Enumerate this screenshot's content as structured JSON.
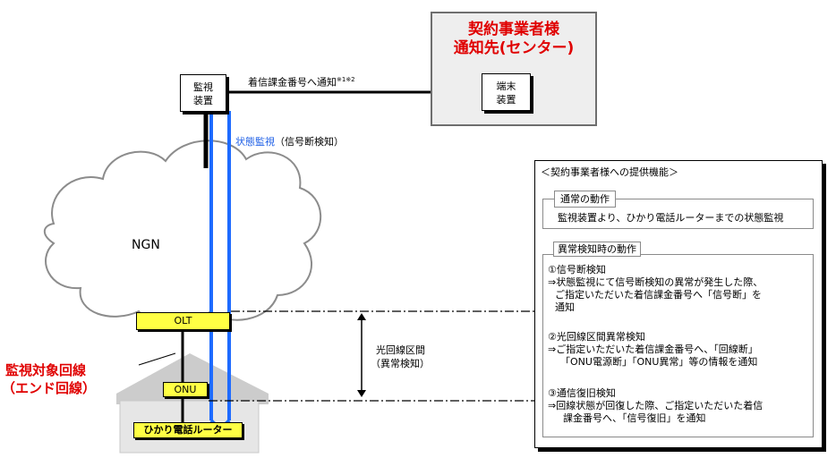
{
  "center": {
    "title_line1": "契約事業者様",
    "title_line2": "通知先(センター)",
    "terminal_line1": "端末",
    "terminal_line2": "装置"
  },
  "monitor": {
    "line1": "監視",
    "line2": "装置"
  },
  "notify_label": "着信課金番号へ通知",
  "notify_note": "※1※2",
  "status_label": "状態監視",
  "status_detail": "（信号断検知）",
  "cloud_label": "NGN",
  "olt_label": "OLT",
  "onu_label": "ONU",
  "router_label": "ひかり電話ルーター",
  "target_line1": "監視対象回線",
  "target_line2": "（エンド回線）",
  "section_line1": "光回線区間",
  "section_line2": "（異常検知）",
  "info": {
    "title": "＜契約事業者様への提供機能＞",
    "normal_heading": "通常の動作",
    "normal_text": "監視装置より、ひかり電話ルーターまでの状態監視",
    "abnormal_heading": "異常検知時の動作",
    "items": [
      {
        "title": "①信号断検知",
        "lines": [
          "⇒状態監視にて信号断検知の異常が発生した際、",
          "ご指定いただいた着信課金番号へ「信号断」を",
          "通知"
        ]
      },
      {
        "title": "②光回線区間異常検知",
        "lines": [
          "⇒ご指定いただいた着信課金番号へ、「回線断」",
          "「ONU電源断」「ONU異常」等の情報を通知"
        ]
      },
      {
        "title": "③通信復旧検知",
        "lines": [
          "⇒回線状態が回復した際、ご指定いただいた着信",
          "課金番号へ、「信号復旧」を通知"
        ]
      }
    ]
  }
}
